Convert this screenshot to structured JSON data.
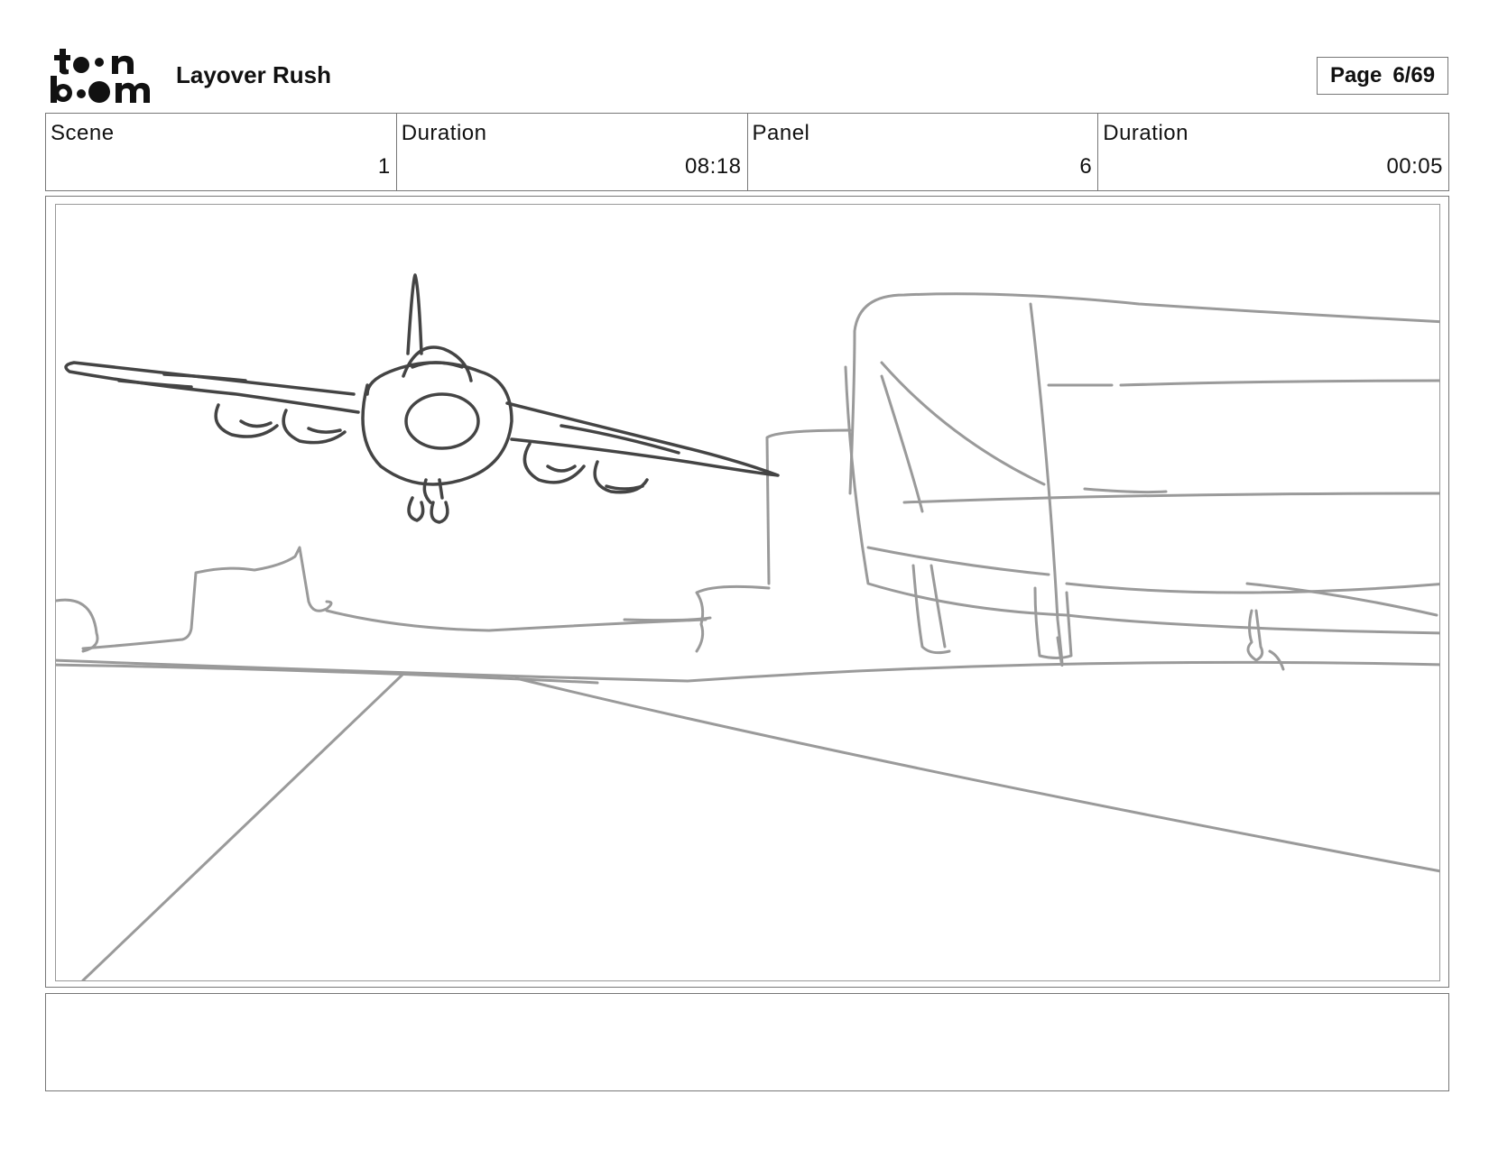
{
  "header": {
    "logo_icon": "toon-boom-logo-icon",
    "logo_text": "toon boom",
    "project_title": "Layover Rush",
    "page_label": "Page",
    "page_value": "6/69"
  },
  "info": {
    "scene_label": "Scene",
    "scene_value": "1",
    "scene_duration_label": "Duration",
    "scene_duration_value": "08:18",
    "panel_label": "Panel",
    "panel_value": "6",
    "panel_duration_label": "Duration",
    "panel_duration_value": "00:05"
  },
  "panel": {
    "image_icon": "storyboard-sketch-jet-landing"
  },
  "notes": {
    "text": ""
  },
  "colors": {
    "border": "#777777",
    "sketch_dark": "#444444",
    "sketch_light": "#9a9a9a"
  }
}
